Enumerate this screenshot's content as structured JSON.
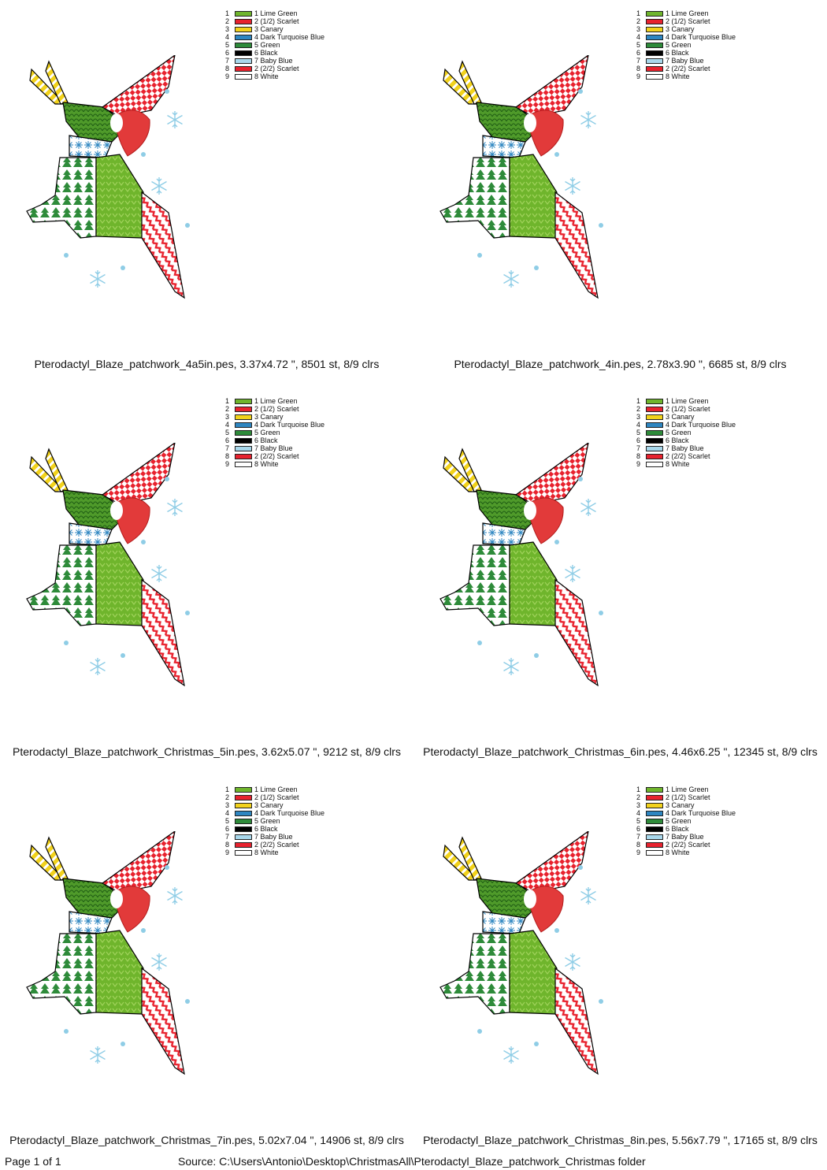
{
  "designs": [
    {
      "caption": "Pterodactyl_Blaze_patchwork_4a5in.pes, 3.37x4.72 \", 8501 st, 8/9 clrs"
    },
    {
      "caption": "Pterodactyl_Blaze_patchwork_4in.pes, 2.78x3.90 \", 6685 st, 8/9 clrs"
    },
    {
      "caption": "Pterodactyl_Blaze_patchwork_Christmas_5in.pes, 3.62x5.07 \", 9212 st, 8/9 clrs"
    },
    {
      "caption": "Pterodactyl_Blaze_patchwork_Christmas_6in.pes, 4.46x6.25 \", 12345 st, 8/9 clrs"
    },
    {
      "caption": "Pterodactyl_Blaze_patchwork_Christmas_7in.pes, 5.02x7.04 \", 14906 st, 8/9 clrs"
    },
    {
      "caption": "Pterodactyl_Blaze_patchwork_Christmas_8in.pes, 5.56x7.79 \", 17165 st, 8/9 clrs"
    }
  ],
  "legend": [
    {
      "num": "1",
      "label": "1 Lime Green",
      "color": "#6fb52c"
    },
    {
      "num": "2",
      "label": "2 (1/2) Scarlet",
      "color": "#e8222e"
    },
    {
      "num": "3",
      "label": "3 Canary",
      "color": "#f2d21b"
    },
    {
      "num": "4",
      "label": "4 Dark Turquoise Blue",
      "color": "#2e86c1"
    },
    {
      "num": "5",
      "label": "5 Green",
      "color": "#2e8b3a"
    },
    {
      "num": "6",
      "label": "6 Black",
      "color": "#000000"
    },
    {
      "num": "7",
      "label": "7 Baby Blue",
      "color": "#a9d8ec"
    },
    {
      "num": "8",
      "label": "2 (2/2) Scarlet",
      "color": "#e8222e"
    },
    {
      "num": "9",
      "label": "8 White",
      "color": "#ffffff"
    }
  ],
  "footer": {
    "page": "Page 1 of 1",
    "source": "Source: C:\\Users\\Antonio\\Desktop\\ChristmasAll\\Pterodactyl_Blaze_patchwork_Christmas folder"
  }
}
